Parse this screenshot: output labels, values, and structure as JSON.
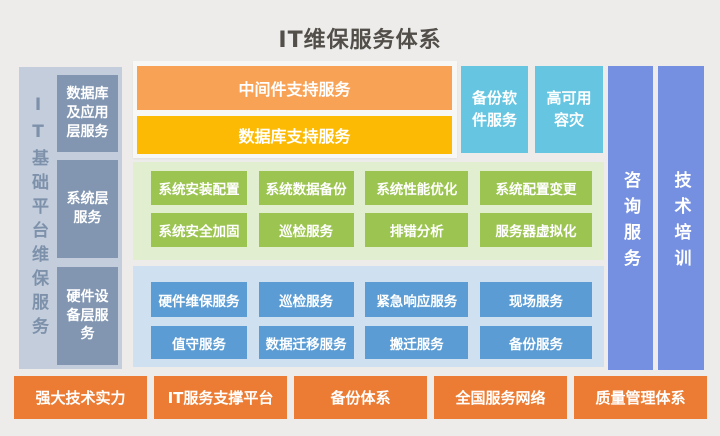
{
  "title": "IT维保服务体系",
  "colors": {
    "page_bg": "#edecea",
    "left_container": "#c3cddc",
    "left_layer_box": "#8296b2",
    "middleware_bar": "#f8a255",
    "database_bar": "#fcba04",
    "cyan_box": "#66c6e2",
    "system_panel": "#e1eed0",
    "system_box": "#9cc451",
    "hardware_panel": "#cfe1f0",
    "hardware_box": "#5b9cd4",
    "right_bar": "#7590e0",
    "bottom_box": "#ec7c33"
  },
  "left_sidebar": {
    "label": "IT基础平台维保服务",
    "layers": [
      {
        "label": "数据库及应用层服务"
      },
      {
        "label": "系统层服务"
      },
      {
        "label": "硬件设备层服务"
      }
    ]
  },
  "top_section": {
    "middleware_bar": "中间件支持服务",
    "database_bar": "数据库支持服务",
    "side_boxes": [
      {
        "label": "备份软件服务"
      },
      {
        "label": "高可用容灾"
      }
    ]
  },
  "system_section": {
    "rows": [
      [
        "系统安装配置",
        "系统数据备份",
        "系统性能优化",
        "系统配置变更"
      ],
      [
        "系统安全加固",
        "巡检服务",
        "排错分析",
        "服务器虚拟化"
      ]
    ]
  },
  "hardware_section": {
    "rows": [
      [
        "硬件维保服务",
        "巡检服务",
        "紧急响应服务",
        "现场服务"
      ],
      [
        "值守服务",
        "数据迁移服务",
        "搬迁服务",
        "备份服务"
      ]
    ]
  },
  "right_bars": [
    {
      "label": "咨询服务"
    },
    {
      "label": "技术培训"
    }
  ],
  "bottom_row": [
    {
      "label": "强大技术实力"
    },
    {
      "label": "IT服务支撑平台"
    },
    {
      "label": "备份体系"
    },
    {
      "label": "全国服务网络"
    },
    {
      "label": "质量管理体系"
    }
  ]
}
